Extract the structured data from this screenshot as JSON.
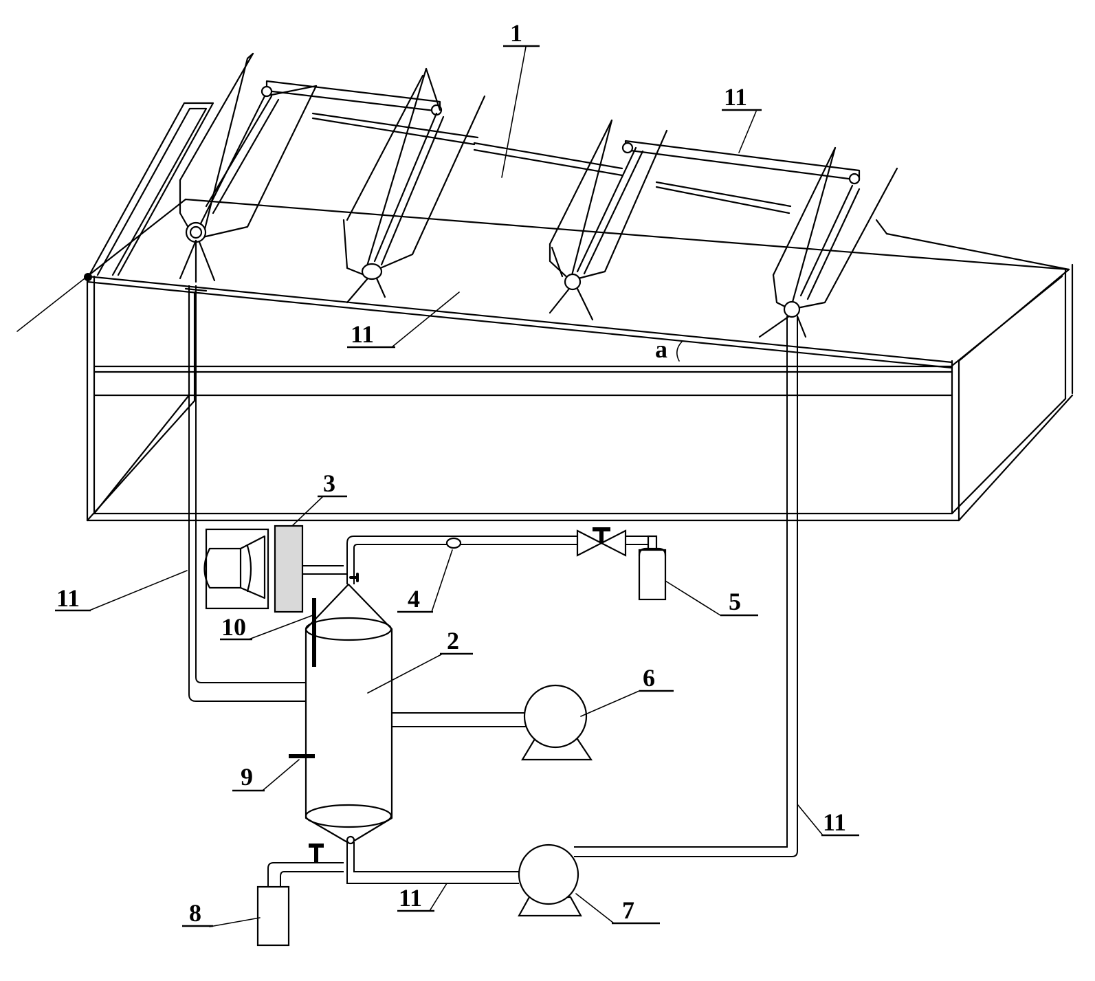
{
  "labels": {
    "solar_collector": "1",
    "pipe_top_right": "11",
    "pipe_middle": "11",
    "pipe_left": "11",
    "pipe_right": "11",
    "pipe_bottom": "11",
    "tank": "2",
    "unit_3": "3",
    "unit_4": "4",
    "gas_cylinder": "5",
    "pump_upper": "6",
    "pump_lower": "7",
    "bottle": "8",
    "fitting_9": "9",
    "fitting_10": "10",
    "angle": "a"
  }
}
